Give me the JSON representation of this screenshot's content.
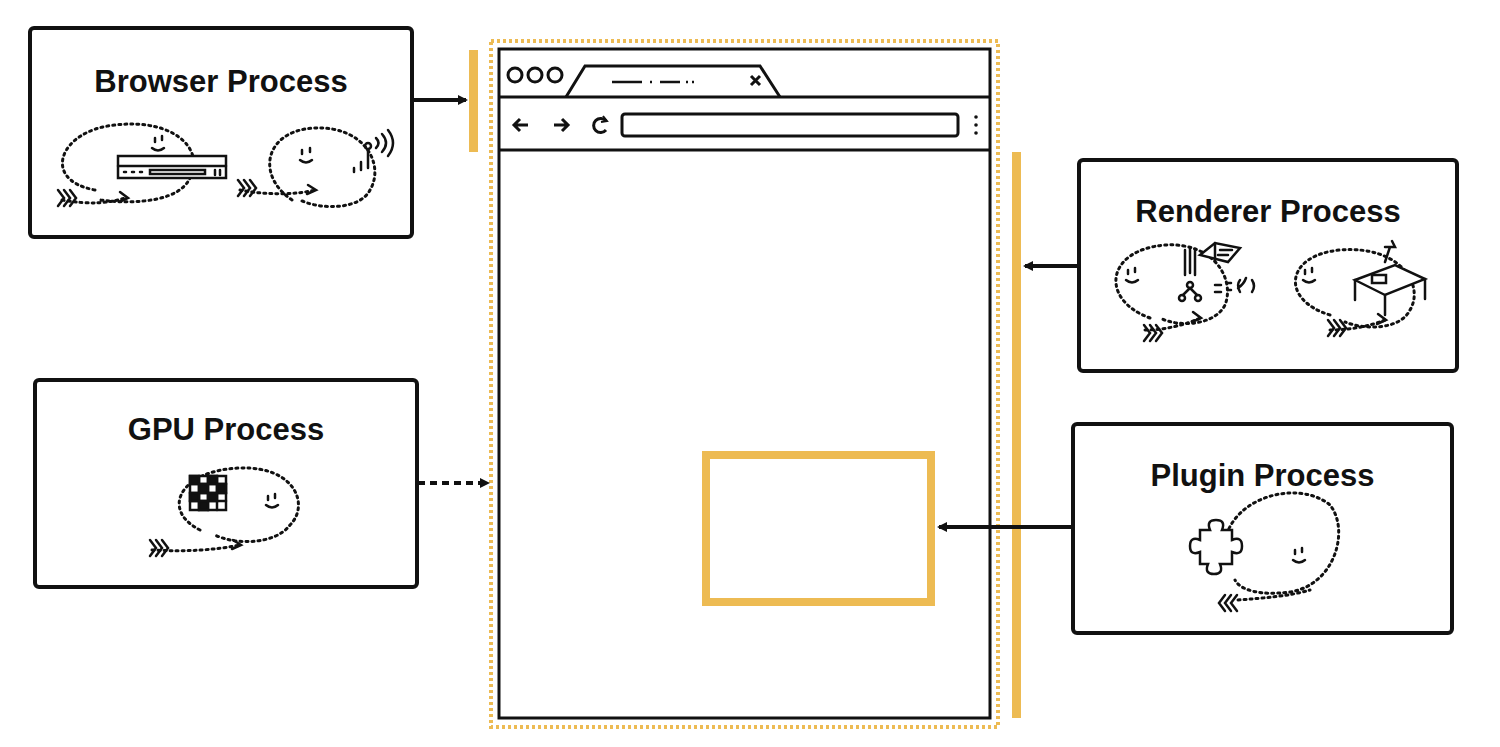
{
  "diagram": {
    "nodes": [
      {
        "text": [
          "Browser Process"
        ]
      },
      {
        "text": [
          "Renderer Process"
        ]
      },
      {
        "text": [
          "GPU Process"
        ]
      },
      {
        "text": [
          "Plugin Process"
        ]
      }
    ]
  }
}
